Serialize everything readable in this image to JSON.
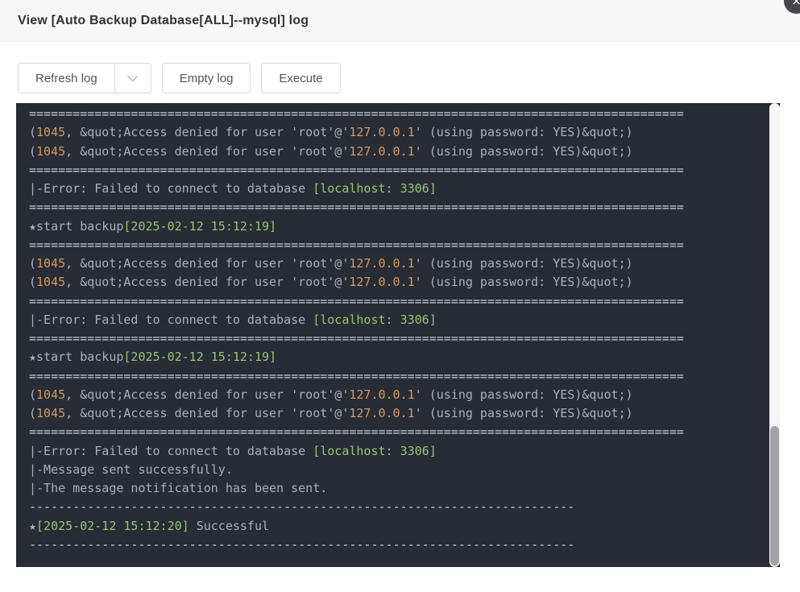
{
  "header": {
    "title": "View [Auto Backup Database[ALL]--mysql] log"
  },
  "icons": {
    "close_glyph": "×"
  },
  "toolbar": {
    "refresh_label": "Refresh log",
    "empty_label": "Empty log",
    "execute_label": "Execute"
  },
  "log": {
    "separator": "==========================================================================================",
    "dashed_separator": "---------------------------------------------------------------------------",
    "line_templates": {
      "separator": [
        {
          "text": "@separator",
          "color": "separator"
        }
      ],
      "dashed": [
        {
          "text": "@dashed",
          "color": "separator"
        }
      ],
      "access_denied": [
        {
          "text": "(",
          "color": "default"
        },
        {
          "text": "1045",
          "color": "number"
        },
        {
          "text": ", &quot;Access denied for user 'root'@'",
          "color": "default"
        },
        {
          "text": "127.0.0.1",
          "color": "number"
        },
        {
          "text": "' (using password: YES)&quot;)",
          "color": "default"
        }
      ],
      "connect_error": [
        {
          "text": "|-Error: Failed to connect to database ",
          "color": "default"
        },
        {
          "text": "[localhost: 3306]",
          "color": "green"
        }
      ],
      "start_backup": [
        {
          "text": "★start backup",
          "color": "default"
        },
        {
          "text": "[2025-02-12 15:12:19]",
          "color": "green"
        }
      ],
      "message_sent": [
        {
          "text": "|-Message sent successfully.",
          "color": "default"
        }
      ],
      "notification_sent": [
        {
          "text": "|-The message notification has been sent.",
          "color": "default"
        }
      ],
      "successful": [
        {
          "text": "★",
          "color": "default"
        },
        {
          "text": "[2025-02-12 15:12:20]",
          "color": "green"
        },
        {
          "text": " Successful",
          "color": "default"
        }
      ]
    },
    "sequence": [
      "separator",
      "access_denied",
      "access_denied",
      "separator",
      "connect_error",
      "separator",
      "start_backup",
      "separator",
      "access_denied",
      "access_denied",
      "separator",
      "connect_error",
      "separator",
      "start_backup",
      "separator",
      "access_denied",
      "access_denied",
      "separator",
      "connect_error",
      "message_sent",
      "notification_sent",
      "dashed",
      "successful",
      "dashed"
    ]
  },
  "colors": {
    "log_background": "#282c34",
    "log_text": "#a9b1bd",
    "log_number_orange": "#d19a66",
    "log_timestamp_green": "#98c379",
    "log_separator": "#c8cdd5",
    "scrollbar_track": "#f6f6f6",
    "scrollbar_thumb": "#a3a3a3"
  }
}
